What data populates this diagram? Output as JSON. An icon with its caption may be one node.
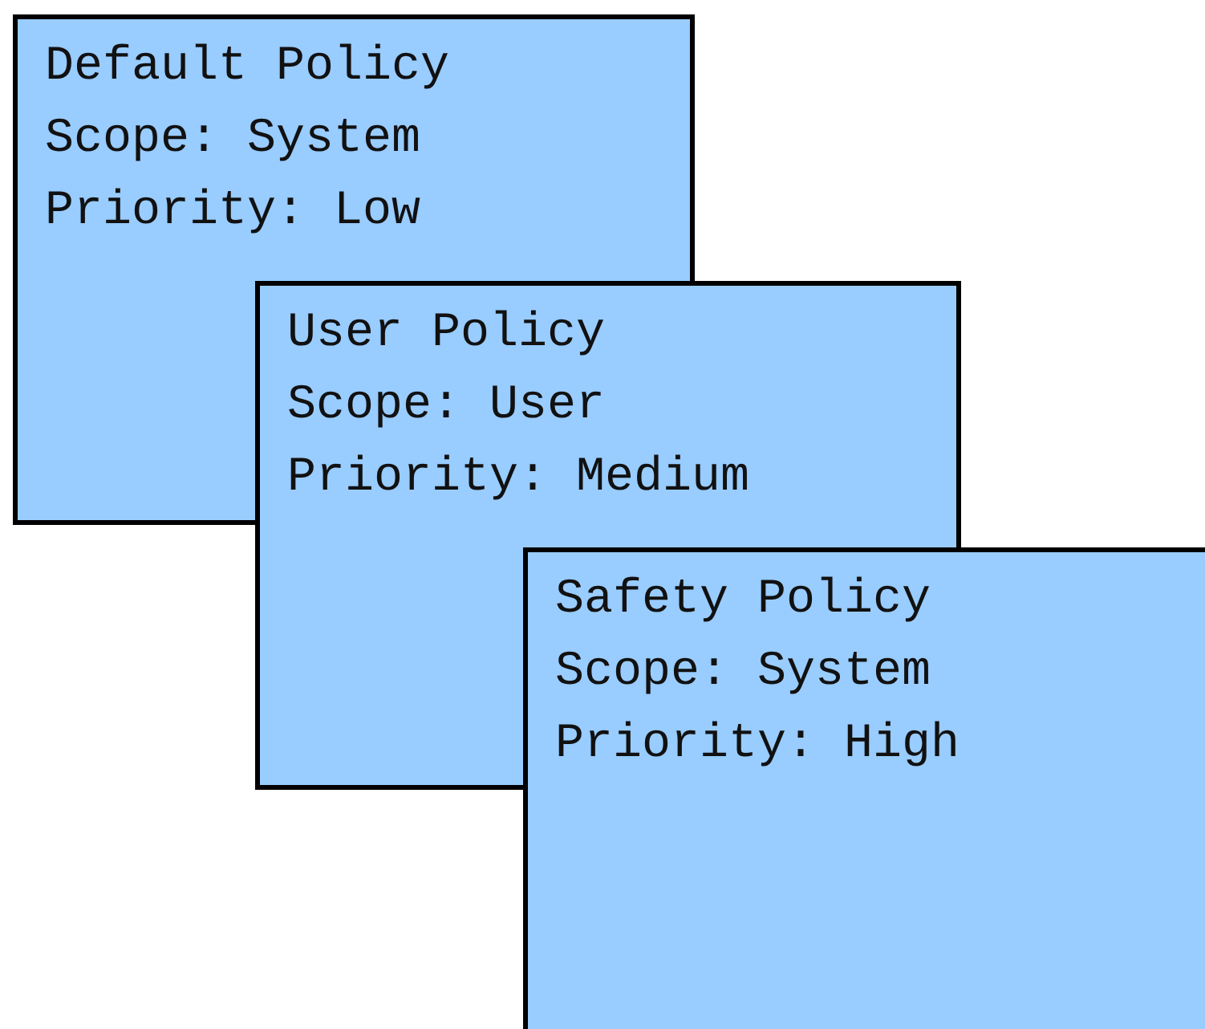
{
  "diagram": {
    "nodes": [
      {
        "text": [
          "Default Policy",
          "Scope: System",
          "Priority: Low"
        ]
      },
      {
        "text": [
          "User Policy",
          "Scope: User",
          "Priority: Medium"
        ]
      },
      {
        "text": [
          "Safety Policy",
          "Scope: System",
          "Priority: High"
        ]
      }
    ]
  }
}
